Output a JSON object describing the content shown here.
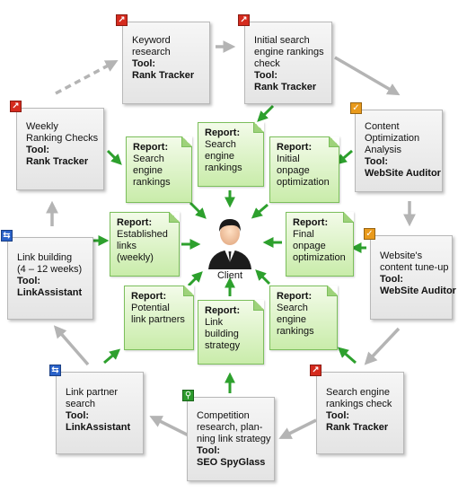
{
  "colors": {
    "tool_box_bg": "#ececec",
    "report_bg": "#d9f2c4",
    "green_arrow": "#2da02d",
    "gray_arrow": "#b4b4b4",
    "icon_red": "#d52b1e",
    "icon_orange": "#e99a1c",
    "icon_blue": "#2a62c9",
    "icon_green": "#2c9a2c"
  },
  "client_label": "Client",
  "tool_label": "Tool:",
  "report_label": "Report:",
  "steps": {
    "keyword": {
      "lines": [
        "Keyword",
        "research"
      ],
      "tool": "Rank Tracker",
      "icon": "rank-tracker-icon"
    },
    "initial_check": {
      "lines": [
        "Initial search",
        "engine rankings",
        "check"
      ],
      "tool": "Rank Tracker",
      "icon": "rank-tracker-icon"
    },
    "content_opt": {
      "lines": [
        "Content",
        "Optimization",
        "Analysis"
      ],
      "tool": "WebSite Auditor",
      "icon": "website-auditor-icon"
    },
    "tune_up": {
      "lines": [
        "Website's",
        "content tune-up"
      ],
      "tool": "WebSite Auditor",
      "icon": "website-auditor-icon"
    },
    "rank_check": {
      "lines": [
        "Search engine",
        "rankings check"
      ],
      "tool": "Rank Tracker",
      "icon": "rank-tracker-icon"
    },
    "competition": {
      "lines": [
        "Competition",
        "research, plan-",
        "ning link strategy"
      ],
      "tool": "SEO SpyGlass",
      "icon": "seo-spyglass-icon"
    },
    "partner_search": {
      "lines": [
        "Link partner",
        "search"
      ],
      "tool": "LinkAssistant",
      "icon": "linkassistant-icon"
    },
    "link_building": {
      "lines": [
        "Link building",
        "(4 – 12 weeks)"
      ],
      "tool": "LinkAssistant",
      "icon": "linkassistant-icon"
    },
    "weekly": {
      "lines": [
        "Weekly",
        "Ranking Checks"
      ],
      "tool": "Rank Tracker",
      "icon": "rank-tracker-icon"
    }
  },
  "reports": {
    "r_top": {
      "lines": [
        "Search",
        "engine",
        "rankings"
      ]
    },
    "r_initial": {
      "lines": [
        "Initial",
        "onpage",
        "optimization"
      ]
    },
    "r_final": {
      "lines": [
        "Final",
        "onpage",
        "optimization"
      ]
    },
    "r_rank_br": {
      "lines": [
        "Search",
        "engine",
        "rankings"
      ]
    },
    "r_strategy": {
      "lines": [
        "Link",
        "building",
        "strategy"
      ]
    },
    "r_partners": {
      "lines": [
        "Potential",
        "link partners"
      ]
    },
    "r_links": {
      "lines": [
        "Established",
        "links",
        "(weekly)"
      ]
    },
    "r_rank_tl": {
      "lines": [
        "Search",
        "engine",
        "rankings"
      ]
    }
  }
}
